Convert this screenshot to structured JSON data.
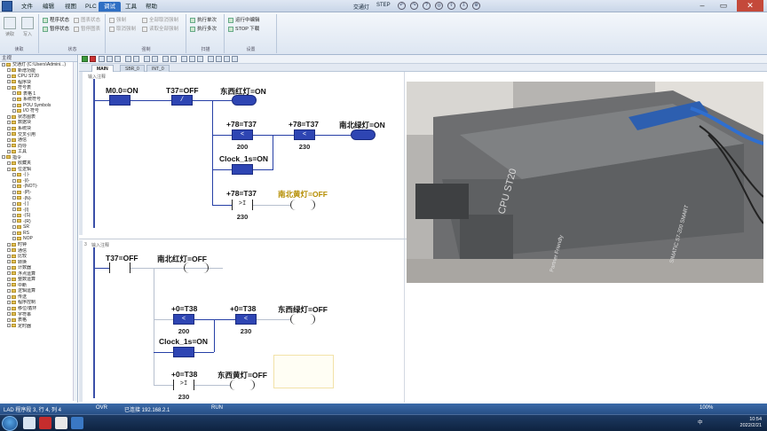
{
  "window": {
    "title": "交通灯",
    "mode": "STEP",
    "app_icon": "plc-app-icon",
    "window_buttons": [
      "minimize-icon",
      "maximize-icon",
      "close-icon"
    ]
  },
  "menu": {
    "items": [
      "文件",
      "编辑",
      "视图",
      "PLC",
      "调试",
      "工具",
      "帮助"
    ],
    "active_index": 4
  },
  "ribbon": {
    "groups": [
      {
        "label": "读取",
        "items": [
          "读取",
          "写入"
        ]
      },
      {
        "label": "状态",
        "items": [
          "程序状态",
          "暂停状态"
        ],
        "extra": [
          "图表状态",
          "暂停图表"
        ]
      },
      {
        "label": "强制",
        "items": [
          "强制",
          "取消强制",
          "全部取消强制",
          "读取全部强制"
        ]
      },
      {
        "label": "扫描",
        "items": [
          "执行单次",
          "执行多次"
        ]
      },
      {
        "label": "设置",
        "items": [
          "运行中编辑",
          "STOP 下载"
        ]
      }
    ]
  },
  "nav": {
    "header": "主视",
    "items": [
      "交通灯 (C:\\Users\\Admini...)",
      "新增功能",
      "CPU ST20",
      "程序块",
      "符号表",
      "表格 1",
      "系统符号",
      "POU Symbols",
      "I/O 符号",
      "状态图表",
      "数据块",
      "系统块",
      "交叉引用",
      "通信",
      "向导",
      "工具",
      "指令",
      "收藏夹",
      "位逻辑",
      "-| |-",
      "-|/|-",
      "-|NOT|-",
      "-|P|-",
      "-|N|-",
      "-( )",
      "-(I)",
      "-(S)",
      "-(R)",
      "SR",
      "RS",
      "NOP",
      "时钟",
      "通信",
      "比较",
      "转换",
      "计数器",
      "浮点运算",
      "整数运算",
      "中断",
      "逻辑运算",
      "传送",
      "程序控制",
      "移位/循环",
      "字符串",
      "表格",
      "定时器"
    ]
  },
  "tabs": [
    "MAIN",
    "SBR_0",
    "INT_0"
  ],
  "network2": {
    "label": "输入注释",
    "row1": {
      "op1": "M0.0=ON",
      "op2": "T37=OFF",
      "coil": "东西红灯=ON"
    },
    "cmp_a": {
      "label": "+78=T37",
      "symbol": "<",
      "value": "200"
    },
    "cmp_b": {
      "label": "+78=T37",
      "symbol": "<",
      "value": "230"
    },
    "coil_b": "南北绿灯=ON",
    "clock": "Clock_1s=ON",
    "cmp_c": {
      "label": "+78=T37",
      "symbol": ">I",
      "value": "230"
    },
    "coil_c": "南北黄灯=OFF"
  },
  "network3": {
    "number": "3",
    "label": "输入注释",
    "row1": {
      "op1": "T37=OFF",
      "coil": "南北红灯=OFF"
    },
    "cmp_a": {
      "label": "+0=T38",
      "symbol": "<",
      "value": "200"
    },
    "cmp_b": {
      "label": "+0=T38",
      "symbol": "<",
      "value": "230"
    },
    "coil_b": "东西绿灯=OFF",
    "clock": "Clock_1s=ON",
    "cmp_c": {
      "label": "+0=T38",
      "symbol": ">I",
      "value": "230"
    },
    "coil_c": "东西黄灯=OFF"
  },
  "photo": {
    "text_lines": [
      "CPU ST20",
      "SIMATIC S7-200 SMART",
      "Partner Friendly"
    ]
  },
  "status_bar": {
    "position": "LAD 程序段 3, 行 4, 列 4",
    "mode": "OVR",
    "connection": "已连接 192.168.2.1",
    "state": "RUN",
    "zoom": "100%"
  },
  "taskbar": {
    "lang": "中",
    "time": "10:54",
    "date": "2022/2/21"
  }
}
